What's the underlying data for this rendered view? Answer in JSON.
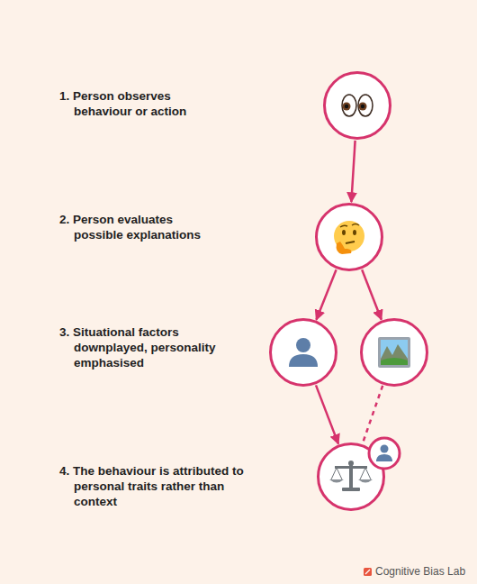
{
  "diagram": {
    "nodes": [
      {
        "text": [
          "1. Person observes behaviour or action"
        ]
      },
      {
        "text": [
          "2. Person evaluates possible explanations"
        ]
      },
      {
        "text": [
          "3. Situational factors downplayed, personality emphasised"
        ]
      },
      {},
      {
        "text": [
          "4. The behaviour is attributed to personal traits rather than context"
        ]
      }
    ],
    "edges": [
      {
        "from": 0,
        "to": 1,
        "arrow": "to"
      },
      {
        "from": 1,
        "to": 2,
        "arrow": "to"
      },
      {
        "from": 1,
        "to": 3,
        "arrow": "to"
      },
      {
        "from": 2,
        "to": 4,
        "arrow": "to"
      },
      {
        "from": 3,
        "to": 4,
        "arrow": "none"
      }
    ],
    "labels": [
      "Cognitive Bias Lab"
    ]
  }
}
